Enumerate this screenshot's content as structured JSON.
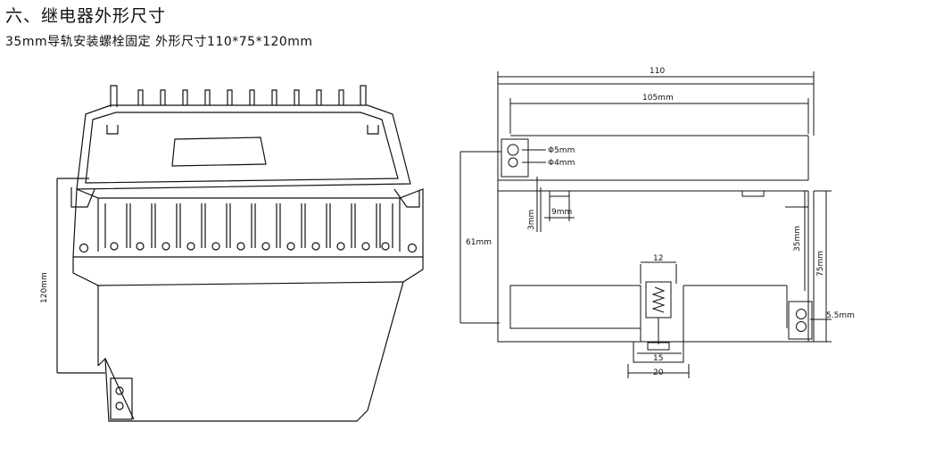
{
  "heading": "六、继电器外形尺寸",
  "subheading": "35mm导轨安装螺栓固定  外形尺寸110*75*120mm",
  "perspective": {
    "height_label": "120mm"
  },
  "side_view": {
    "width_label": "110",
    "inner_width_label": "105mm",
    "hole1_label": "Φ5mm",
    "hole2_label": "Φ4mm",
    "gap_label": "3mm",
    "slot_label": "9mm",
    "left_height_label": "61mm",
    "rail_label": "35mm",
    "total_height_label": "75mm",
    "clip_top_label": "12",
    "clip_mid_label": "15",
    "clip_bottom_label": "20",
    "right_hole_label": "5.5mm"
  },
  "colors": {
    "line": "#111111",
    "background": "#ffffff"
  }
}
